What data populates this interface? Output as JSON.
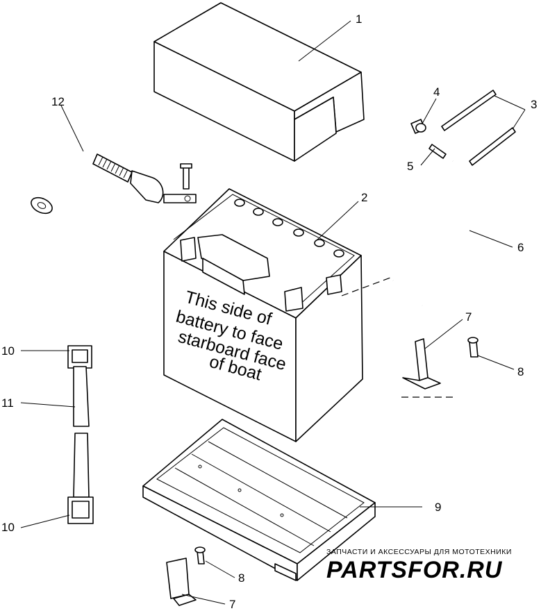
{
  "callouts": {
    "c1": "1",
    "c2": "2",
    "c3": "3",
    "c4": "4",
    "c5": "5",
    "c6": "6",
    "c7_top": "7",
    "c8_top": "8",
    "c9": "9",
    "c10_top": "10",
    "c11": "11",
    "c10_bottom": "10",
    "c12": "12",
    "c8_bottom": "8",
    "c7_bottom": "7"
  },
  "battery_label": {
    "line1": "This side of",
    "line2": "battery to face",
    "line3": "starboard face",
    "line4": "of boat"
  },
  "watermark": {
    "tagline": "ЗАПЧАСТИ И АКСЕССУАРЫ ДЛЯ МОТОТЕХНИКИ",
    "logo": "PARTSFOR.RU",
    "color": "#e8b9b9"
  }
}
